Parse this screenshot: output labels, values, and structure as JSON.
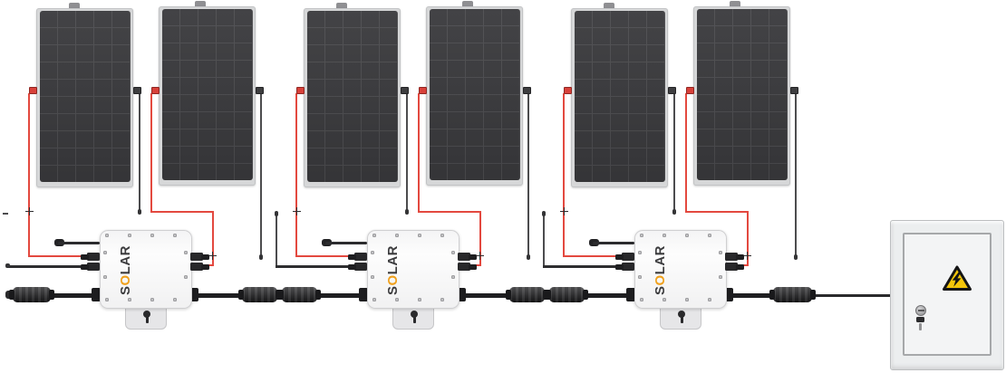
{
  "diagram": {
    "type": "solar-microinverter-wiring-diagram",
    "counts": {
      "solar_panels": 6,
      "panel_pairs": 3,
      "microinverters": 3,
      "trunk_connector_pairs": 2,
      "distribution_boxes": 1
    }
  },
  "inverter_logo": {
    "part1": "S",
    "accent_letter": "O",
    "part2": "LAR",
    "accent_color": "#f0a11d",
    "text_color": "#3b3b3d"
  },
  "warning_icon": {
    "name": "high-voltage-warning-triangle",
    "fill": "#f5c60a",
    "symbol": "lightning-bolt"
  },
  "colors": {
    "positive_wire": "#e3493f",
    "negative_wire": "#4c4c4e",
    "trunk_cable": "#1f1f21",
    "panel_cell": "#39393c",
    "panel_frame": "#d6d7d8",
    "inverter_body": "#fafafa",
    "cabinet_body": "#eceeef"
  }
}
